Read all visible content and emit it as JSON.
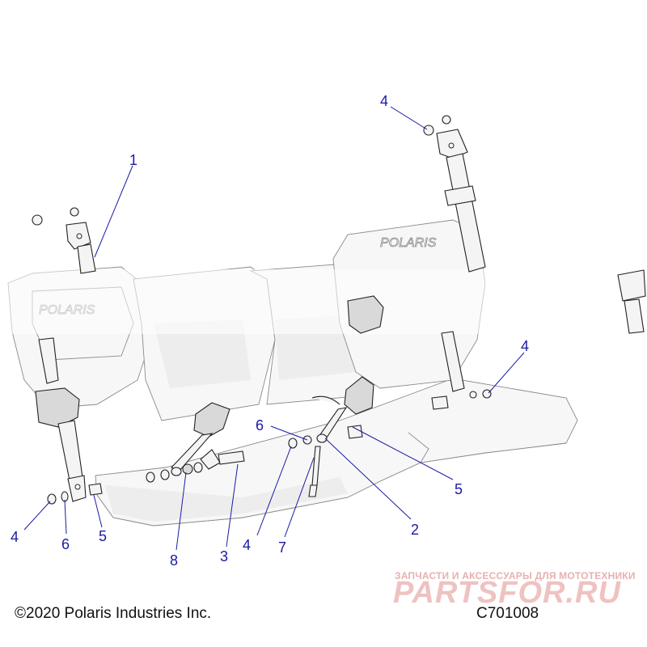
{
  "copyright": "©2020 Polaris Industries Inc.",
  "drawing_number": "C701008",
  "seat_brand_text": "POLARIS",
  "watermark": {
    "tagline": "ЗАПЧАСТИ И АКСЕССУАРЫ ДЛЯ МОТОТЕХНИКИ",
    "brand": "PARTSFOR.RU"
  },
  "callouts": [
    {
      "id": "c1",
      "label": "1"
    },
    {
      "id": "c2",
      "label": "2"
    },
    {
      "id": "c3",
      "label": "3"
    },
    {
      "id": "c4a",
      "label": "4"
    },
    {
      "id": "c4b",
      "label": "4"
    },
    {
      "id": "c4c",
      "label": "4"
    },
    {
      "id": "c4d",
      "label": "4"
    },
    {
      "id": "c5a",
      "label": "5"
    },
    {
      "id": "c5b",
      "label": "5"
    },
    {
      "id": "c6a",
      "label": "6"
    },
    {
      "id": "c6b",
      "label": "6"
    },
    {
      "id": "c7",
      "label": "7"
    },
    {
      "id": "c8",
      "label": "8"
    }
  ],
  "colors": {
    "callout": "#1a1aa6",
    "line_art": "#222222",
    "watermark": "#e8b0b0"
  }
}
